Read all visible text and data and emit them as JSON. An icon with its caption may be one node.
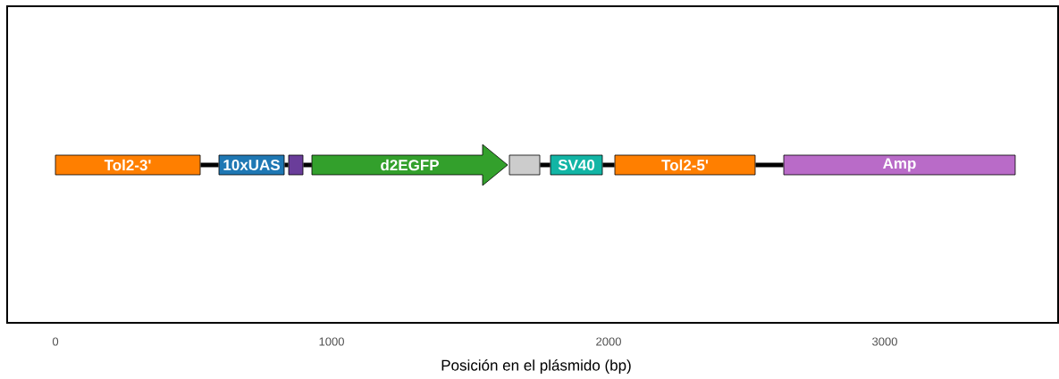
{
  "diagram": {
    "nodes": [
      {
        "text": [
          "Tol2-3'"
        ]
      },
      {
        "text": [
          "10xUAS"
        ]
      },
      {
        "text": [],
        "shape": "box"
      },
      {
        "text": [
          "d2EGFP"
        ]
      },
      {
        "text": [],
        "shape": "box"
      },
      {
        "text": [
          "SV40"
        ]
      },
      {
        "text": [
          "Tol2-5'"
        ]
      },
      {
        "text": [
          "Amp"
        ]
      }
    ],
    "edges": [
      {
        "from": 0,
        "to": 1,
        "arrow": "none"
      },
      {
        "from": 1,
        "to": 2,
        "arrow": "none"
      },
      {
        "from": 2,
        "to": 3,
        "arrow": "none"
      },
      {
        "from": 4,
        "to": 5,
        "arrow": "none"
      },
      {
        "from": 5,
        "to": 6,
        "arrow": "none"
      },
      {
        "from": 6,
        "to": 7,
        "arrow": "none"
      }
    ],
    "labels": [
      "0",
      "1000",
      "2000",
      "3000",
      "Posición en el plásmido (bp)"
    ]
  }
}
